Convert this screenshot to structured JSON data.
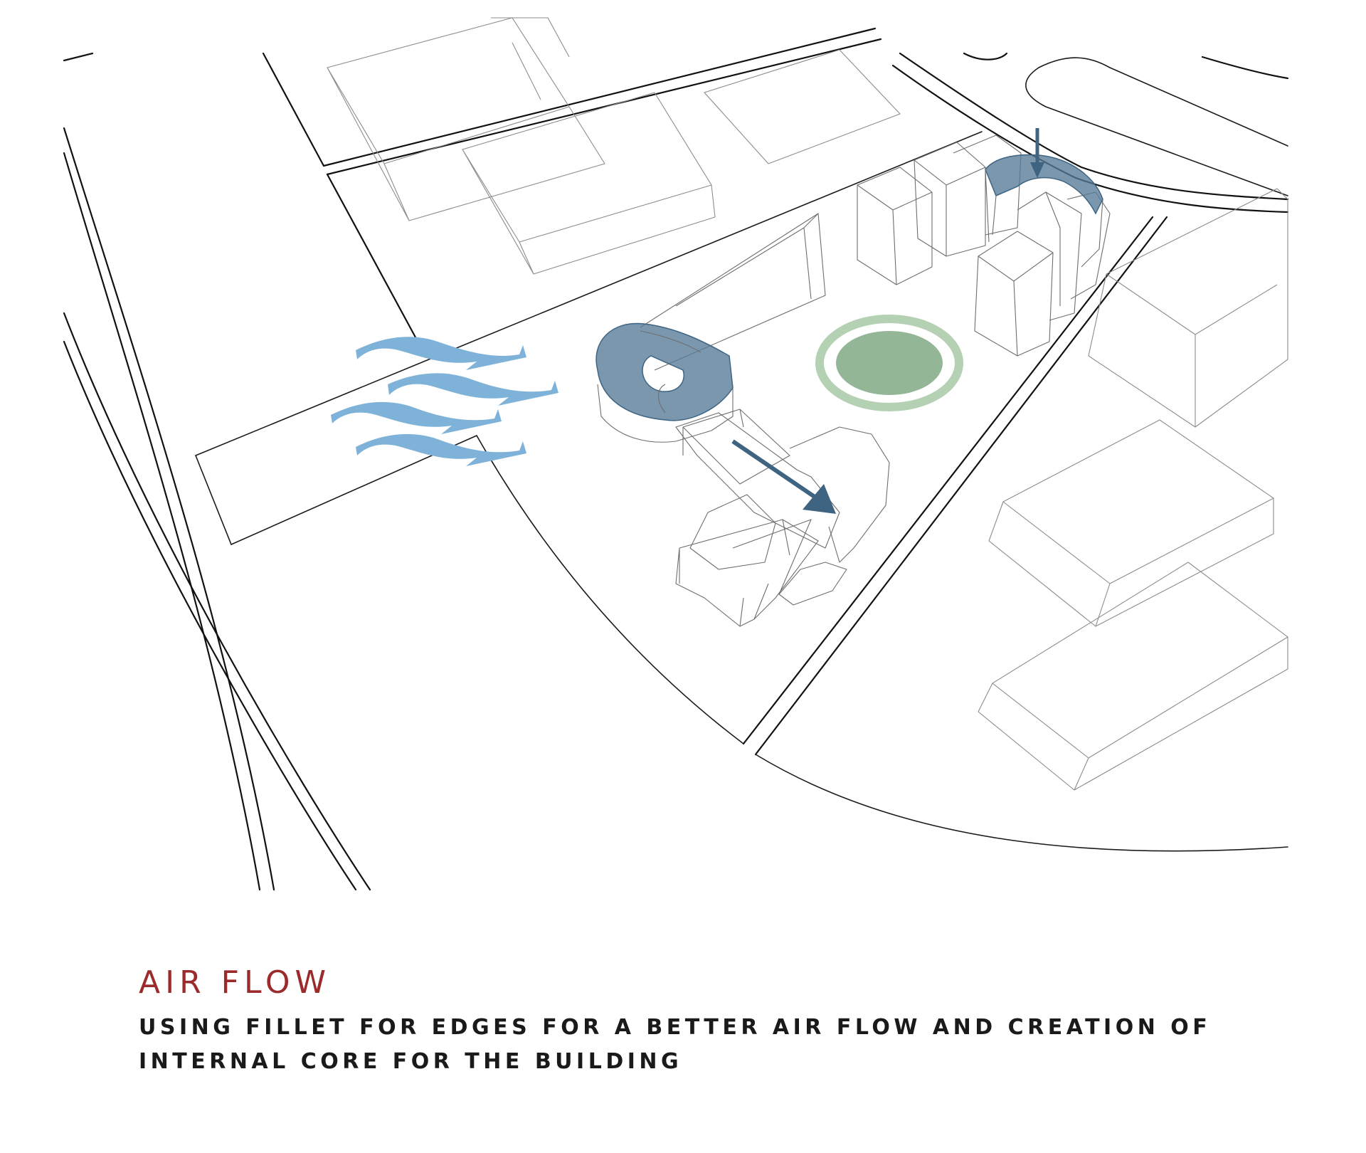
{
  "caption": {
    "title": "AIR FLOW",
    "line1": "USING FILLET FOR EDGES FOR A BETTER AIR FLOW AND CREATION OF",
    "line2": "INTERNAL CORE FOR THE BUILDING"
  },
  "colors": {
    "title": "#9b2b2b",
    "wind": "#7fb2d8",
    "fillet": "#557a97",
    "arrow": "#3e6482",
    "core_ring": "#b5d1b4",
    "core_fill": "#93b796"
  }
}
